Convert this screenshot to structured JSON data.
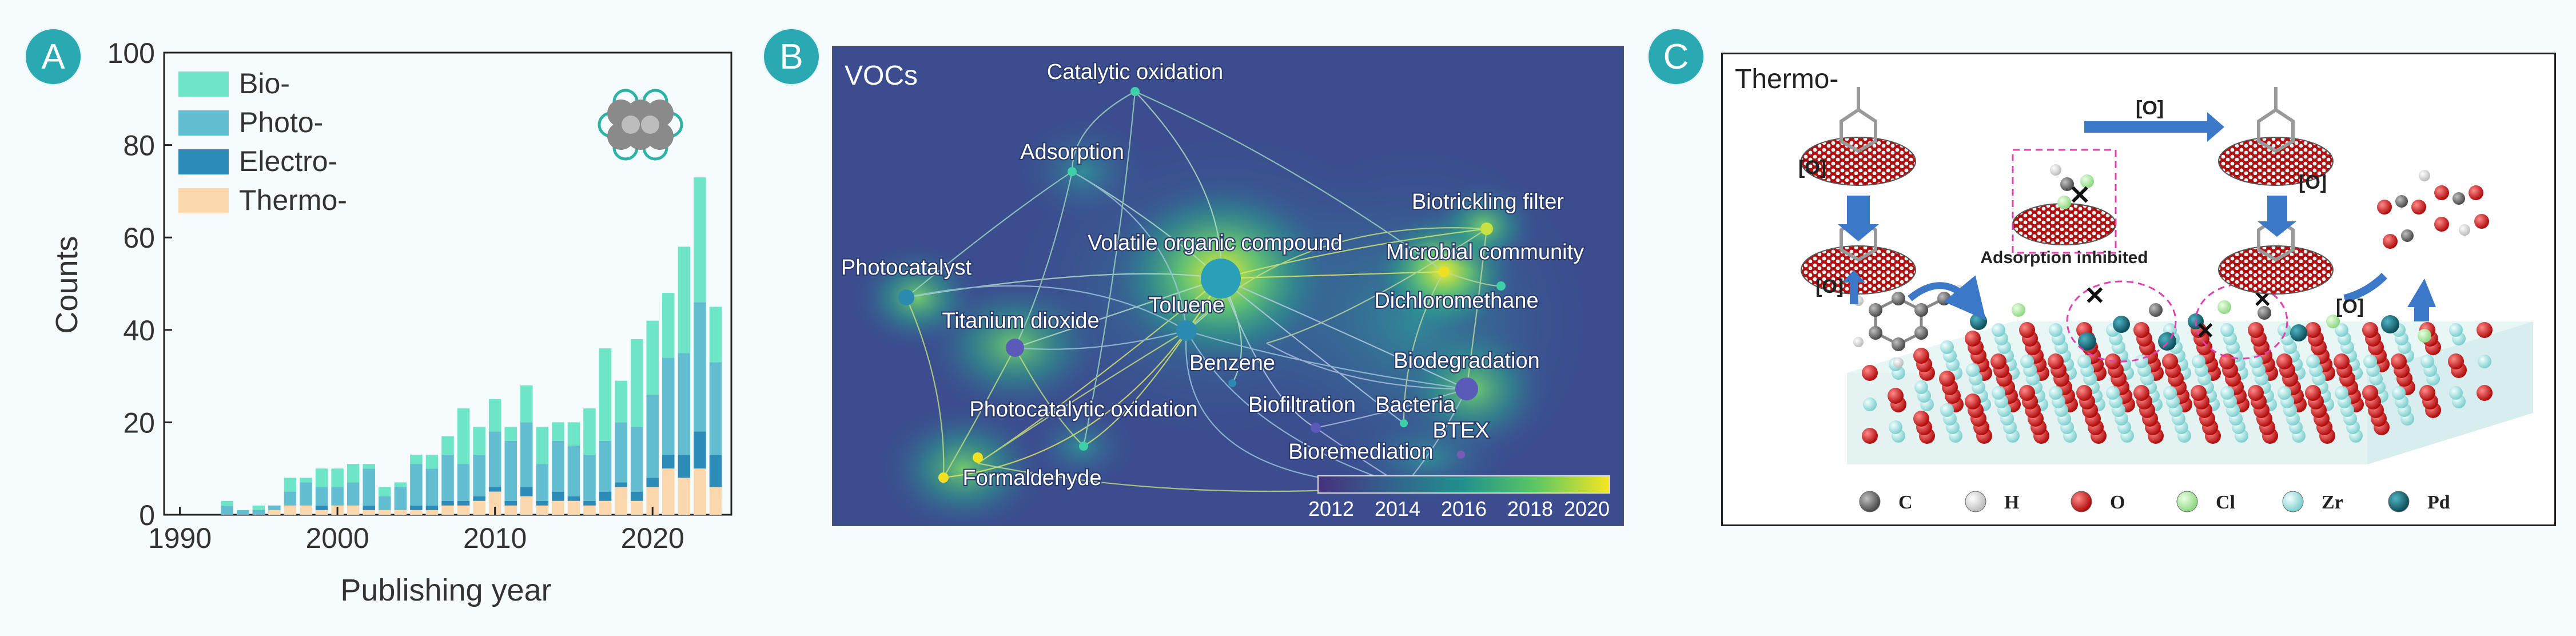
{
  "panels": {
    "a": {
      "badge": "A"
    },
    "b": {
      "badge": "B",
      "title": "VOCs",
      "colorbar_ticks": [
        "2012",
        "2014",
        "2016",
        "2018",
        "2020"
      ]
    },
    "c": {
      "badge": "C",
      "title": "Thermo-",
      "labels": {
        "oxidant": "[O]",
        "inhibited": "Adsorption inhibited"
      },
      "legend": [
        {
          "symbol": "C",
          "color": "#6a6a6a"
        },
        {
          "symbol": "H",
          "color": "#f2f2f2"
        },
        {
          "symbol": "O",
          "color": "#d01818"
        },
        {
          "symbol": "Cl",
          "color": "#b6f2a8"
        },
        {
          "symbol": "Zr",
          "color": "#a8e8e8"
        },
        {
          "symbol": "Pd",
          "color": "#1e6b7a"
        }
      ]
    }
  },
  "network": {
    "nodes": [
      {
        "label": "Catalytic oxidation",
        "color": "#40d0a8"
      },
      {
        "label": "Adsorption",
        "color": "#40d0a8"
      },
      {
        "label": "Volatile organic compound",
        "color": "#2aa0b8"
      },
      {
        "label": "Photocatalyst",
        "color": "#2a8ab0"
      },
      {
        "label": "Titanium dioxide",
        "color": "#5a5ab8"
      },
      {
        "label": "Toluene",
        "color": "#2a8ab0"
      },
      {
        "label": "Benzene",
        "color": "#2a8ab0"
      },
      {
        "label": "Photocatalytic oxidation",
        "color": "#40d0a8"
      },
      {
        "label": "Formaldehyde",
        "color": "#f0e020"
      },
      {
        "label": "Biotrickling filter",
        "color": "#c8e040"
      },
      {
        "label": "Microbial community",
        "color": "#f0e020"
      },
      {
        "label": "Dichloromethane",
        "color": "#40d0a8"
      },
      {
        "label": "Biodegradation",
        "color": "#5a5ab8"
      },
      {
        "label": "Biofiltration",
        "color": "#5a5ab8"
      },
      {
        "label": "Bacteria",
        "color": "#40d0a8"
      },
      {
        "label": "BTEX",
        "color": "#7a5ab8"
      },
      {
        "label": "Bioremediation",
        "color": "#7a5ab8"
      }
    ]
  },
  "chart_data": {
    "type": "bar",
    "stacked": true,
    "xlabel": "Publishing year",
    "ylabel": "Counts",
    "xlim": [
      1989,
      2025
    ],
    "ylim": [
      0,
      100
    ],
    "xticks": [
      1990,
      2000,
      2010,
      2020
    ],
    "yticks": [
      0,
      20,
      40,
      60,
      80,
      100
    ],
    "legend_position": "top-left",
    "categories": [
      1993,
      1994,
      1995,
      1996,
      1997,
      1998,
      1999,
      2000,
      2001,
      2002,
      2003,
      2004,
      2005,
      2006,
      2007,
      2008,
      2009,
      2010,
      2011,
      2012,
      2013,
      2014,
      2015,
      2016,
      2017,
      2018,
      2019,
      2020,
      2021,
      2022,
      2023,
      2024
    ],
    "series": [
      {
        "name": "Thermo-",
        "color": "#fad7ad",
        "values": [
          0,
          0,
          0,
          1,
          2,
          2,
          1,
          2,
          2,
          1,
          1,
          1,
          1,
          1,
          2,
          2,
          3,
          5,
          2,
          4,
          2,
          3,
          3,
          2,
          3,
          6,
          3,
          6,
          10,
          8,
          10,
          6
        ]
      },
      {
        "name": "Electro-",
        "color": "#2c8bb7",
        "values": [
          0,
          0,
          0,
          0,
          0,
          0,
          1,
          0,
          0,
          1,
          0,
          0,
          1,
          1,
          1,
          1,
          1,
          1,
          1,
          2,
          1,
          2,
          1,
          1,
          2,
          1,
          2,
          2,
          3,
          5,
          8,
          7
        ]
      },
      {
        "name": "Photo-",
        "color": "#62bdd0",
        "values": [
          2,
          1,
          1,
          1,
          3,
          5,
          4,
          4,
          5,
          8,
          3,
          5,
          9,
          8,
          10,
          8,
          9,
          12,
          13,
          14,
          8,
          11,
          11,
          10,
          11,
          13,
          14,
          18,
          21,
          22,
          28,
          20
        ]
      },
      {
        "name": "Bio-",
        "color": "#6de5c6",
        "values": [
          1,
          0,
          1,
          0,
          3,
          1,
          4,
          4,
          4,
          1,
          2,
          1,
          2,
          3,
          4,
          12,
          6,
          7,
          3,
          8,
          8,
          4,
          5,
          10,
          20,
          9,
          19,
          16,
          14,
          23,
          27,
          12
        ]
      }
    ]
  }
}
